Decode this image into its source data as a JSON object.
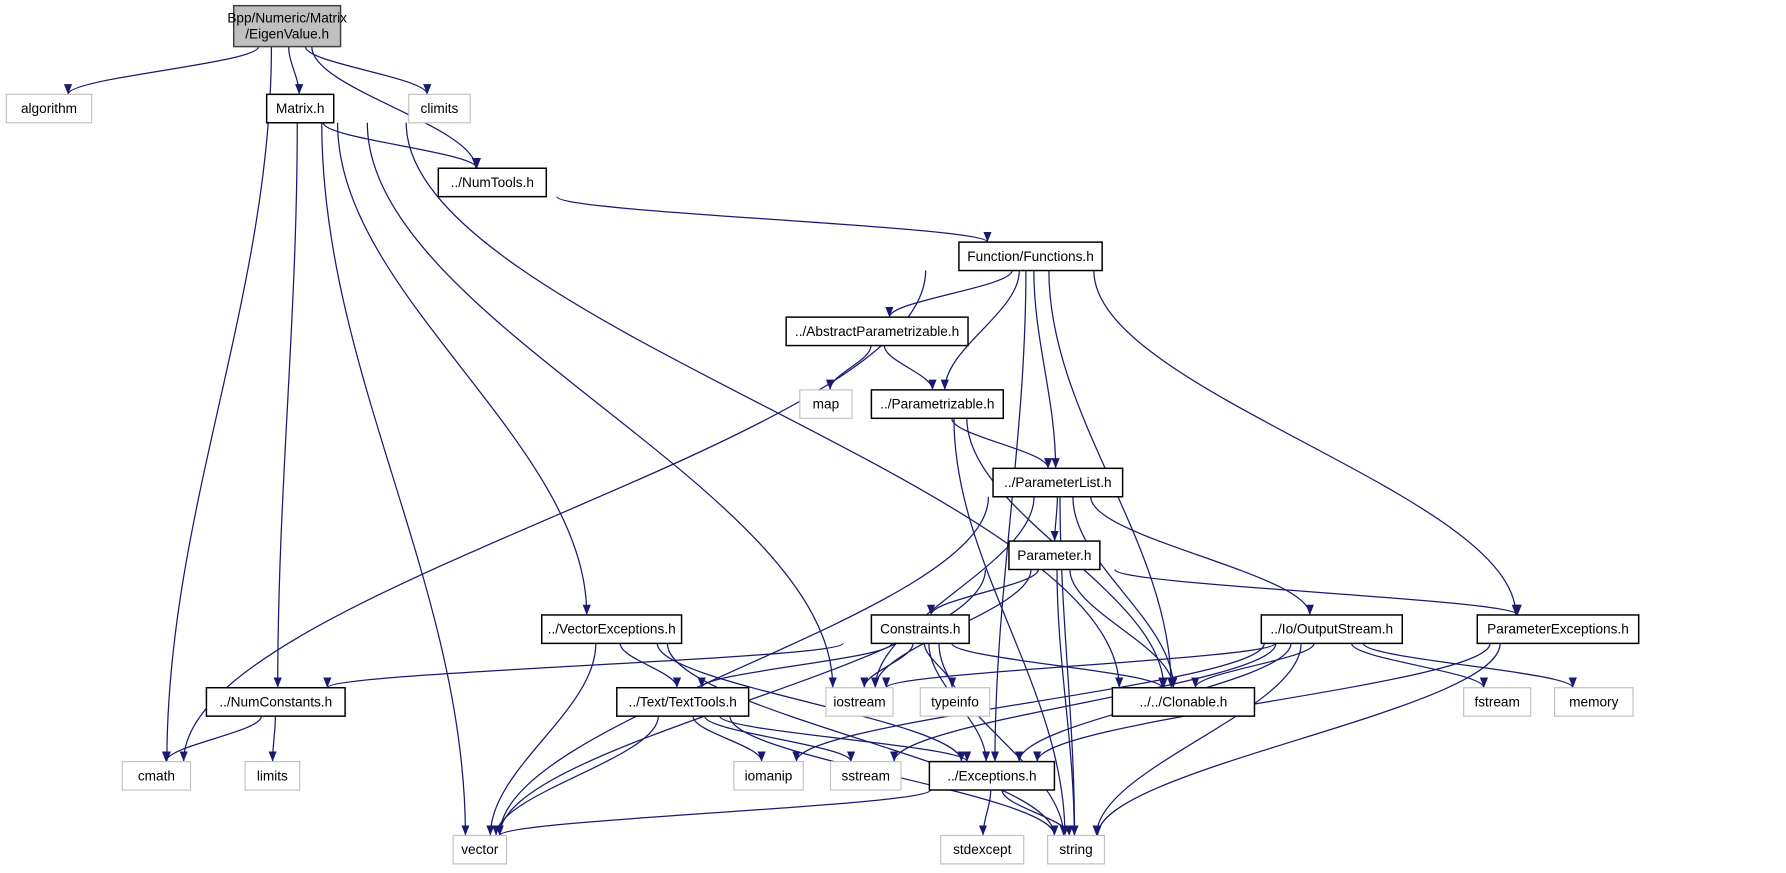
{
  "colors": {
    "edge": "#191970",
    "root_fill": "#bfbfbf",
    "root_border": "#404040",
    "internal_border": "#000000",
    "external_border": "#bfbfbf"
  },
  "graph": {
    "nodes": [
      {
        "id": "eigen",
        "label": [
          "Bpp/Numeric/Matrix",
          "/EigenValue.h"
        ],
        "kind": "root"
      },
      {
        "id": "algorithm",
        "label": [
          "algorithm"
        ],
        "kind": "external"
      },
      {
        "id": "matrix",
        "label": [
          "Matrix.h"
        ],
        "kind": "internal"
      },
      {
        "id": "climits",
        "label": [
          "climits"
        ],
        "kind": "external"
      },
      {
        "id": "numtools",
        "label": [
          "../NumTools.h"
        ],
        "kind": "internal"
      },
      {
        "id": "functions",
        "label": [
          "Function/Functions.h"
        ],
        "kind": "internal"
      },
      {
        "id": "abstractparam",
        "label": [
          "../AbstractParametrizable.h"
        ],
        "kind": "internal"
      },
      {
        "id": "map",
        "label": [
          "map"
        ],
        "kind": "external"
      },
      {
        "id": "parametrizable",
        "label": [
          "../Parametrizable.h"
        ],
        "kind": "internal"
      },
      {
        "id": "paramlist",
        "label": [
          "../ParameterList.h"
        ],
        "kind": "internal"
      },
      {
        "id": "parameter",
        "label": [
          "Parameter.h"
        ],
        "kind": "internal"
      },
      {
        "id": "vectorexc",
        "label": [
          "../VectorExceptions.h"
        ],
        "kind": "internal"
      },
      {
        "id": "constraints",
        "label": [
          "Constraints.h"
        ],
        "kind": "internal"
      },
      {
        "id": "outputstream",
        "label": [
          "../Io/OutputStream.h"
        ],
        "kind": "internal"
      },
      {
        "id": "paramexc",
        "label": [
          "ParameterExceptions.h"
        ],
        "kind": "internal"
      },
      {
        "id": "numconstants",
        "label": [
          "../NumConstants.h"
        ],
        "kind": "internal"
      },
      {
        "id": "iostream",
        "label": [
          "iostream"
        ],
        "kind": "external"
      },
      {
        "id": "typeinfo",
        "label": [
          "typeinfo"
        ],
        "kind": "external"
      },
      {
        "id": "clonable",
        "label": [
          "../../Clonable.h"
        ],
        "kind": "internal"
      },
      {
        "id": "fstream",
        "label": [
          "fstream"
        ],
        "kind": "external"
      },
      {
        "id": "memory",
        "label": [
          "memory"
        ],
        "kind": "external"
      },
      {
        "id": "texttools",
        "label": [
          "../Text/TextTools.h"
        ],
        "kind": "internal"
      },
      {
        "id": "cmath",
        "label": [
          "cmath"
        ],
        "kind": "external"
      },
      {
        "id": "limits",
        "label": [
          "limits"
        ],
        "kind": "external"
      },
      {
        "id": "iomanip",
        "label": [
          "iomanip"
        ],
        "kind": "external"
      },
      {
        "id": "sstream",
        "label": [
          "sstream"
        ],
        "kind": "external"
      },
      {
        "id": "exceptions",
        "label": [
          "../Exceptions.h"
        ],
        "kind": "internal"
      },
      {
        "id": "vector",
        "label": [
          "vector"
        ],
        "kind": "external"
      },
      {
        "id": "stdexcept",
        "label": [
          "stdexcept"
        ],
        "kind": "external"
      },
      {
        "id": "string",
        "label": [
          "string"
        ],
        "kind": "external"
      }
    ],
    "edges": [
      [
        "eigen",
        "algorithm"
      ],
      [
        "eigen",
        "cmath"
      ],
      [
        "eigen",
        "matrix"
      ],
      [
        "eigen",
        "numtools"
      ],
      [
        "eigen",
        "climits"
      ],
      [
        "matrix",
        "vector"
      ],
      [
        "matrix",
        "numconstants"
      ],
      [
        "matrix",
        "vectorexc"
      ],
      [
        "matrix",
        "iostream"
      ],
      [
        "matrix",
        "clonable"
      ],
      [
        "matrix",
        "numtools"
      ],
      [
        "numtools",
        "functions"
      ],
      [
        "functions",
        "cmath"
      ],
      [
        "functions",
        "abstractparam"
      ],
      [
        "functions",
        "parametrizable"
      ],
      [
        "functions",
        "paramlist"
      ],
      [
        "functions",
        "clonable"
      ],
      [
        "functions",
        "paramexc"
      ],
      [
        "functions",
        "exceptions"
      ],
      [
        "abstractparam",
        "map"
      ],
      [
        "abstractparam",
        "parametrizable"
      ],
      [
        "parametrizable",
        "paramlist"
      ],
      [
        "parametrizable",
        "clonable"
      ],
      [
        "parametrizable",
        "string"
      ],
      [
        "paramlist",
        "vector"
      ],
      [
        "paramlist",
        "iostream"
      ],
      [
        "paramlist",
        "parameter"
      ],
      [
        "paramlist",
        "clonable"
      ],
      [
        "paramlist",
        "outputstream"
      ],
      [
        "paramlist",
        "string"
      ],
      [
        "parameter",
        "vector"
      ],
      [
        "parameter",
        "iostream"
      ],
      [
        "parameter",
        "constraints"
      ],
      [
        "parameter",
        "clonable"
      ],
      [
        "parameter",
        "paramexc"
      ],
      [
        "parameter",
        "string"
      ],
      [
        "vectorexc",
        "texttools"
      ],
      [
        "vectorexc",
        "exceptions"
      ],
      [
        "vectorexc",
        "vector"
      ],
      [
        "vectorexc",
        "string"
      ],
      [
        "constraints",
        "numconstants"
      ],
      [
        "constraints",
        "texttools"
      ],
      [
        "constraints",
        "iostream"
      ],
      [
        "constraints",
        "typeinfo"
      ],
      [
        "constraints",
        "clonable"
      ],
      [
        "constraints",
        "exceptions"
      ],
      [
        "constraints",
        "string"
      ],
      [
        "outputstream",
        "iostream"
      ],
      [
        "outputstream",
        "clonable"
      ],
      [
        "outputstream",
        "fstream"
      ],
      [
        "outputstream",
        "memory"
      ],
      [
        "outputstream",
        "iomanip"
      ],
      [
        "outputstream",
        "sstream"
      ],
      [
        "outputstream",
        "exceptions"
      ],
      [
        "outputstream",
        "string"
      ],
      [
        "paramexc",
        "exceptions"
      ],
      [
        "paramexc",
        "string"
      ],
      [
        "numconstants",
        "cmath"
      ],
      [
        "numconstants",
        "limits"
      ],
      [
        "texttools",
        "vector"
      ],
      [
        "texttools",
        "iomanip"
      ],
      [
        "texttools",
        "sstream"
      ],
      [
        "texttools",
        "exceptions"
      ],
      [
        "texttools",
        "string"
      ],
      [
        "exceptions",
        "vector"
      ],
      [
        "exceptions",
        "stdexcept"
      ],
      [
        "exceptions",
        "string"
      ]
    ]
  }
}
